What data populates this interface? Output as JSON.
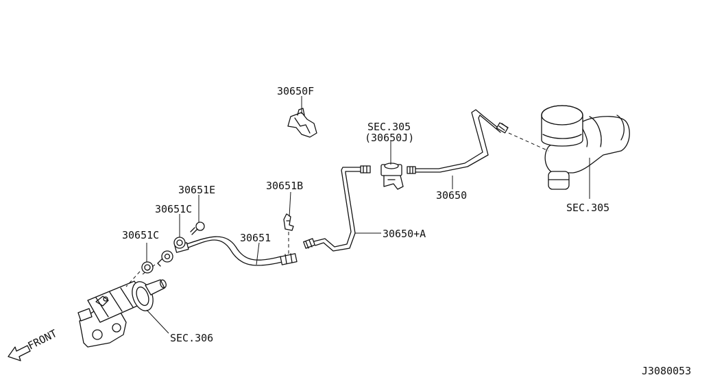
{
  "diagram": {
    "labels": {
      "p30650F": "30650F",
      "sec305_top": "SEC.305",
      "p30650J": "(30650J)",
      "p30651E": "30651E",
      "p30651B": "30651B",
      "p30651C_upper": "30651C",
      "p30651C_lower": "30651C",
      "p30651": "30651",
      "p30650A": "30650+A",
      "p30650": "30650",
      "sec305_right": "SEC.305",
      "sec306": "SEC.306",
      "front": "FRONT",
      "drawing_code": "J3080053"
    }
  }
}
